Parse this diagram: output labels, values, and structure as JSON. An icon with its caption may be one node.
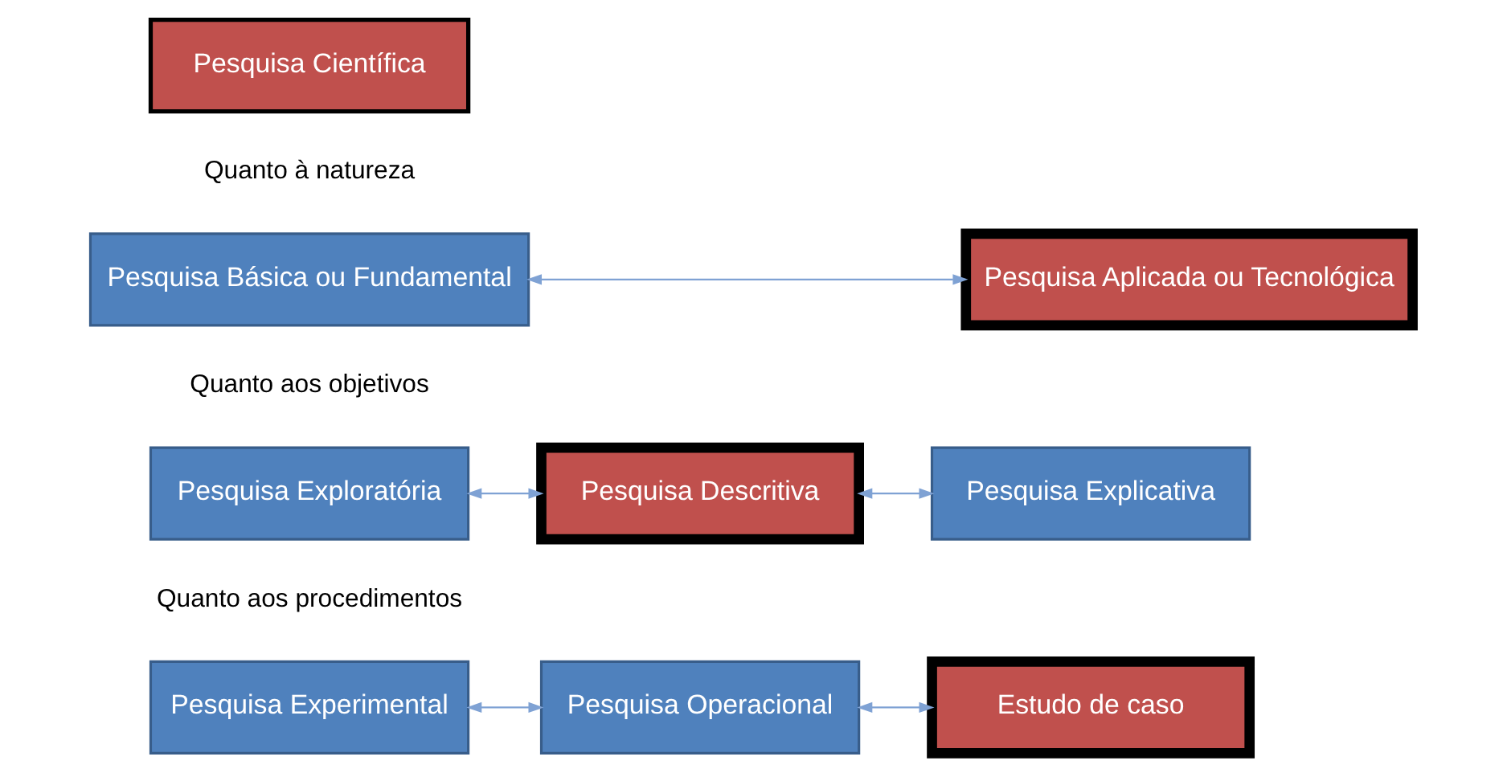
{
  "diagram": {
    "nodes": [
      {
        "text": [
          "Pesquisa Científica"
        ]
      },
      {
        "text": [
          "Pesquisa Básica ou Fundamental"
        ]
      },
      {
        "text": [
          "Pesquisa Aplicada ou Tecnológica"
        ]
      },
      {
        "text": [
          "Pesquisa Exploratória"
        ]
      },
      {
        "text": [
          "Pesquisa Descritiva"
        ]
      },
      {
        "text": [
          "Pesquisa Explicativa"
        ]
      },
      {
        "text": [
          "Pesquisa Experimental"
        ]
      },
      {
        "text": [
          "Pesquisa Operacional"
        ]
      },
      {
        "text": [
          "Estudo de caso"
        ]
      }
    ],
    "edges": [
      {
        "from": 1,
        "to": 2,
        "arrow": "both"
      },
      {
        "from": 3,
        "to": 4,
        "arrow": "both"
      },
      {
        "from": 4,
        "to": 5,
        "arrow": "both"
      },
      {
        "from": 6,
        "to": 7,
        "arrow": "both"
      },
      {
        "from": 7,
        "to": 8,
        "arrow": "both"
      }
    ],
    "labels": [
      "Quanto à natureza",
      "Quanto aos objetivos",
      "Quanto aos procedimentos"
    ]
  }
}
